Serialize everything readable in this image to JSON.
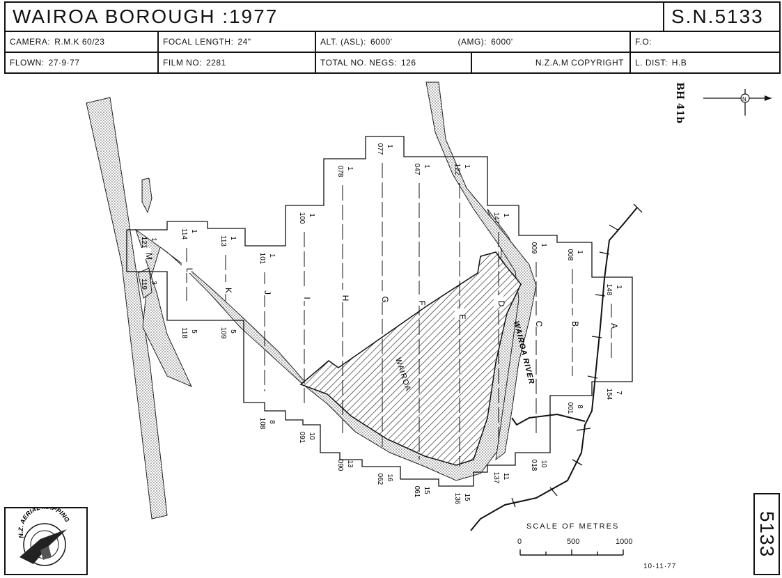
{
  "header": {
    "title": "WAIROA  BOROUGH :1977",
    "sheet_no": "S.N.5133",
    "camera_label": "CAMERA:",
    "camera_value": "R.M.K  60/23",
    "focal_label": "FOCAL LENGTH:",
    "focal_value": "24\"",
    "alt_asl_label": "ALT. (ASL):",
    "alt_asl_value": "6000'",
    "alt_amg_label": "(AMG):",
    "alt_amg_value": "6000'",
    "fo_label": "F.O:",
    "flown_label": "FLOWN:",
    "flown_value": "27·9·77",
    "film_label": "FILM NO:",
    "film_value": "2281",
    "negs_label": "TOTAL NO. NEGS:",
    "negs_value": "126",
    "copyright": "N.Z.A.M   COPYRIGHT",
    "ldist_label": "L. DIST:",
    "ldist_value": "H.B"
  },
  "map": {
    "corner_label": "BH 41b",
    "sheet_number_vertical": "5133",
    "north_label": "N",
    "place_label": "WAIROA",
    "river_label": "WAIROA  RIVER",
    "strips": [
      {
        "letter": "A",
        "start": "148",
        "end": "154",
        "start_num": "1",
        "end_num": "7"
      },
      {
        "letter": "B",
        "start": "008",
        "end": "001",
        "start_num": "1",
        "end_num": "8"
      },
      {
        "letter": "C",
        "start": "009",
        "end": "018",
        "start_num": "1",
        "end_num": "10"
      },
      {
        "letter": "D",
        "start": "147",
        "end": "137",
        "start_num": "1",
        "end_num": "11"
      },
      {
        "letter": "E",
        "start": "122",
        "end": "136",
        "start_num": "1",
        "end_num": "15"
      },
      {
        "letter": "F",
        "start": "047",
        "end": "061",
        "start_num": "1",
        "end_num": "15"
      },
      {
        "letter": "G",
        "start": "077",
        "end": "062",
        "start_num": "1",
        "end_num": "16"
      },
      {
        "letter": "H",
        "start": "078",
        "end": "090",
        "start_num": "1",
        "end_num": "13"
      },
      {
        "letter": "I",
        "start": "100",
        "end": "091",
        "start_num": "1",
        "end_num": "10"
      },
      {
        "letter": "J",
        "start": "101",
        "end": "108",
        "start_num": "1",
        "end_num": "8"
      },
      {
        "letter": "K",
        "start": "113",
        "end": "109",
        "start_num": "1",
        "end_num": "5"
      },
      {
        "letter": "L",
        "start": "114",
        "end": "118",
        "start_num": "1",
        "end_num": "5"
      },
      {
        "letter": "M",
        "start": "121",
        "end": "119",
        "start_num": "1",
        "end_num": "3"
      }
    ]
  },
  "scale": {
    "title": "SCALE   OF METRES",
    "labels": [
      "0",
      "500",
      "1000"
    ]
  },
  "footer": {
    "date": "10·11·77",
    "logo_text": "N.Z. AERIAL MAPPING"
  },
  "colors": {
    "ink": "#111111",
    "paper": "#ffffff"
  }
}
